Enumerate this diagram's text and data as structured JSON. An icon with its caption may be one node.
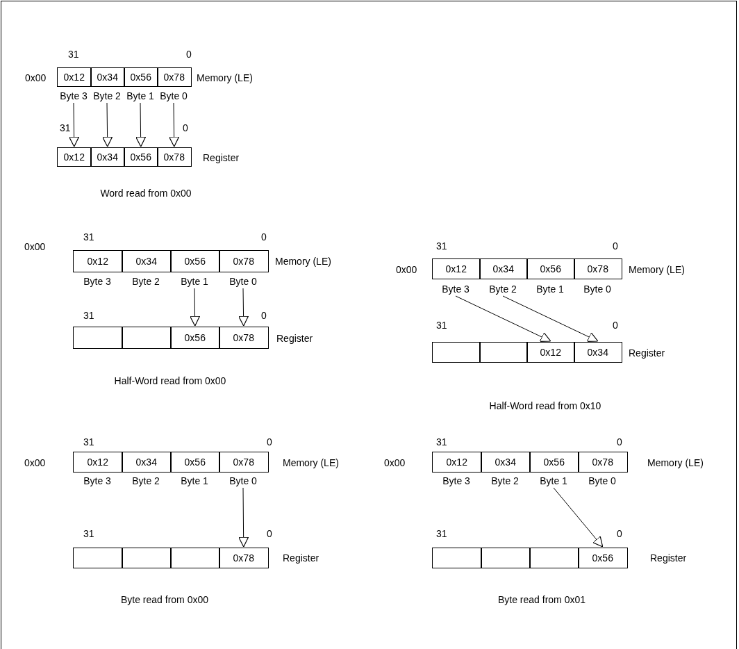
{
  "diagram": {
    "nodes": [
      {
        "text": [
          "0x12"
        ]
      },
      {
        "text": [
          "0x34"
        ]
      },
      {
        "text": [
          "0x56"
        ]
      },
      {
        "text": [
          "0x78"
        ]
      },
      {
        "text": [
          "Byte 3"
        ]
      },
      {
        "text": [
          "Byte 2"
        ]
      },
      {
        "text": [
          "Byte 1"
        ]
      },
      {
        "text": [
          "Byte 0"
        ]
      },
      {
        "text": [
          "0x12"
        ]
      },
      {
        "text": [
          "0x34"
        ]
      },
      {
        "text": [
          "0x56"
        ]
      },
      {
        "text": [
          "0x78"
        ]
      },
      {
        "text": [
          "0x12"
        ]
      },
      {
        "text": [
          "0x34"
        ]
      },
      {
        "text": [
          "0x56"
        ]
      },
      {
        "text": [
          "0x78"
        ]
      },
      {
        "text": [
          "Byte 3"
        ]
      },
      {
        "text": [
          "Byte 2"
        ]
      },
      {
        "text": [
          "Byte 1"
        ]
      },
      {
        "text": [
          "Byte 0"
        ]
      },
      {
        "text": [],
        "shape": "box"
      },
      {
        "text": [],
        "shape": "box"
      },
      {
        "text": [
          "0x56"
        ]
      },
      {
        "text": [
          "0x78"
        ]
      },
      {
        "text": [
          "0x12"
        ]
      },
      {
        "text": [
          "0x34"
        ]
      },
      {
        "text": [
          "0x56"
        ]
      },
      {
        "text": [
          "0x78"
        ]
      },
      {
        "text": [
          "Byte 3"
        ]
      },
      {
        "text": [
          "Byte 2"
        ]
      },
      {
        "text": [
          "Byte 1"
        ]
      },
      {
        "text": [
          "Byte 0"
        ]
      },
      {
        "text": [],
        "shape": "box"
      },
      {
        "text": [],
        "shape": "box"
      },
      {
        "text": [
          "0x12"
        ]
      },
      {
        "text": [
          "0x34"
        ]
      },
      {
        "text": [
          "0x12"
        ]
      },
      {
        "text": [
          "0x34"
        ]
      },
      {
        "text": [
          "0x56"
        ]
      },
      {
        "text": [
          "0x78"
        ]
      },
      {
        "text": [
          "Byte 3"
        ]
      },
      {
        "text": [
          "Byte 2"
        ]
      },
      {
        "text": [
          "Byte 1"
        ]
      },
      {
        "text": [
          "Byte 0"
        ]
      },
      {
        "text": [],
        "shape": "box"
      },
      {
        "text": [],
        "shape": "box"
      },
      {
        "text": [],
        "shape": "box"
      },
      {
        "text": [
          "0x78"
        ]
      },
      {
        "text": [
          "0x12"
        ]
      },
      {
        "text": [
          "0x34"
        ]
      },
      {
        "text": [
          "0x56"
        ]
      },
      {
        "text": [
          "0x78"
        ]
      },
      {
        "text": [
          "Byte 3"
        ]
      },
      {
        "text": [
          "Byte 2"
        ]
      },
      {
        "text": [
          "Byte 1"
        ]
      },
      {
        "text": [
          "Byte 0"
        ]
      },
      {
        "text": [],
        "shape": "box"
      },
      {
        "text": [],
        "shape": "box"
      },
      {
        "text": [],
        "shape": "box"
      },
      {
        "text": [
          "0x56"
        ]
      }
    ],
    "edges": [
      {
        "from": 4,
        "to": 8,
        "arrow": "to"
      },
      {
        "from": 5,
        "to": 9,
        "arrow": "to"
      },
      {
        "from": 6,
        "to": 10,
        "arrow": "to"
      },
      {
        "from": 7,
        "to": 11,
        "arrow": "to"
      },
      {
        "from": 18,
        "to": 22,
        "arrow": "to"
      },
      {
        "from": 19,
        "to": 23,
        "arrow": "to"
      },
      {
        "from": 28,
        "to": 34,
        "arrow": "to"
      },
      {
        "from": 29,
        "to": 35,
        "arrow": "to"
      },
      {
        "from": 43,
        "to": 47,
        "arrow": "to"
      },
      {
        "from": 54,
        "to": 59,
        "arrow": "to"
      }
    ],
    "labels": [
      "31",
      "0",
      "0x00",
      "Memory (LE)",
      "31",
      "0",
      "Register",
      "Word read from 0x00",
      "31",
      "0",
      "0x00",
      "Memory (LE)",
      "31",
      "0",
      "Register",
      "Half-Word read from 0x00",
      "31",
      "0",
      "0x00",
      "Memory (LE)",
      "31",
      "0",
      "Register",
      "Half-Word read from 0x10",
      "31",
      "0",
      "0x00",
      "Memory (LE)",
      "31",
      "0",
      "Register",
      "Byte read from 0x00",
      "31",
      "0",
      "0x00",
      "Memory (LE)",
      "31",
      "0",
      "Register",
      "Byte read from 0x01"
    ]
  }
}
